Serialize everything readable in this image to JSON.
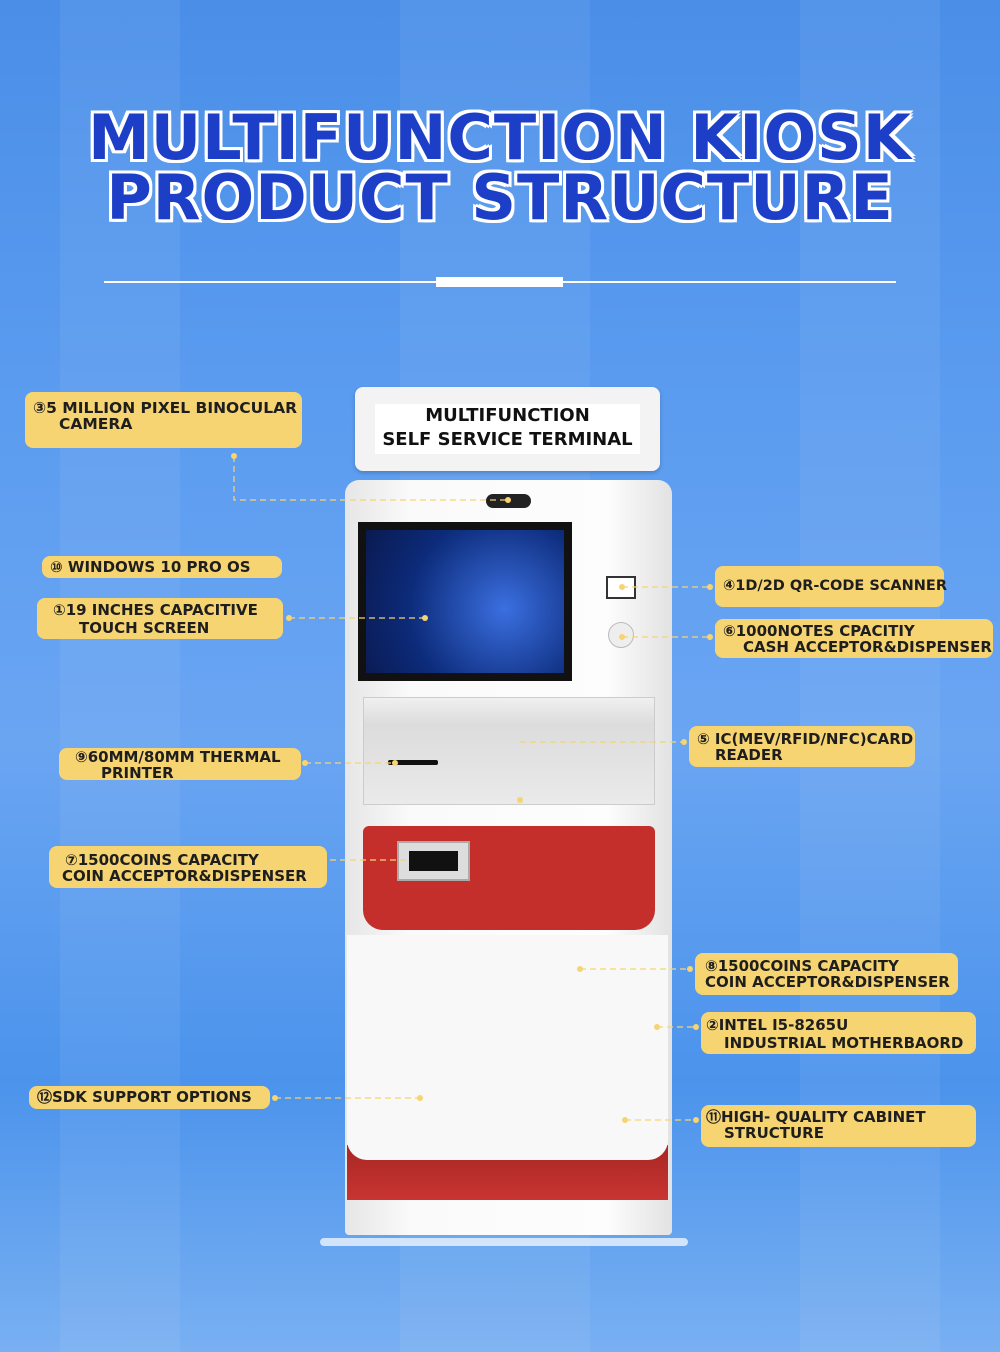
{
  "title": {
    "line1": "MULTIFUNCTION KIOSK",
    "line2": "PRODUCT STRUCTURE"
  },
  "kiosk": {
    "sign_line1": "MULTIFUNCTION",
    "sign_line2": "SELF SERVICE TERMINAL"
  },
  "labels": {
    "camera": [
      "③5 MILLION PIXEL BINOCULAR",
      "CAMERA"
    ],
    "os": [
      "⑩ WINDOWS 10 PRO OS"
    ],
    "screen": [
      "①19 INCHES CAPACITIVE",
      "TOUCH SCREEN"
    ],
    "printer": [
      "⑨60MM/80MM THERMAL",
      "PRINTER"
    ],
    "coin_left": [
      "⑦1500COINS CAPACITY",
      "COIN ACCEPTOR&DISPENSER"
    ],
    "sdk": [
      "⑫SDK SUPPORT OPTIONS"
    ],
    "qr": [
      "④1D/2D QR-CODE SCANNER"
    ],
    "cash": [
      "⑥1000NOTES CPACITIY",
      "CASH ACCEPTOR&DISPENSER"
    ],
    "card": [
      "⑤ IC(MEV/RFID/NFC)CARD",
      "READER"
    ],
    "coin_right": [
      "⑧1500COINS CAPACITY",
      "COIN ACCEPTOR&DISPENSER"
    ],
    "motherboard": [
      "②INTEL I5-8265U",
      "INDUSTRIAL MOTHERBAORD"
    ],
    "cabinet": [
      "⑪HIGH- QUALITY CABINET",
      "STRUCTURE"
    ]
  },
  "colors": {
    "label": "#f6d472",
    "red": "#c42f2c",
    "title": "#1d3fc7"
  }
}
